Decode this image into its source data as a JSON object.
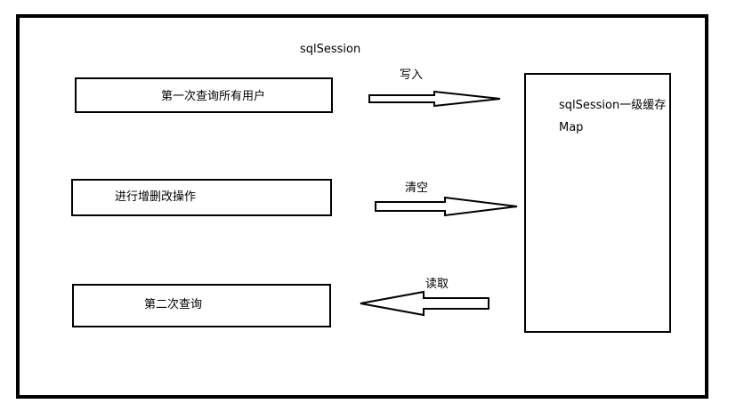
{
  "diagram": {
    "title": "sqlSession",
    "boxes": {
      "first_query": "第一次查询所有用户",
      "crud": "进行增删改操作",
      "second_query": "第二次查询"
    },
    "cache": {
      "line1": "sqlSession一级缓存",
      "line2": "Map"
    },
    "arrows": {
      "write": "写入",
      "clear": "清空",
      "read": "读取"
    }
  }
}
